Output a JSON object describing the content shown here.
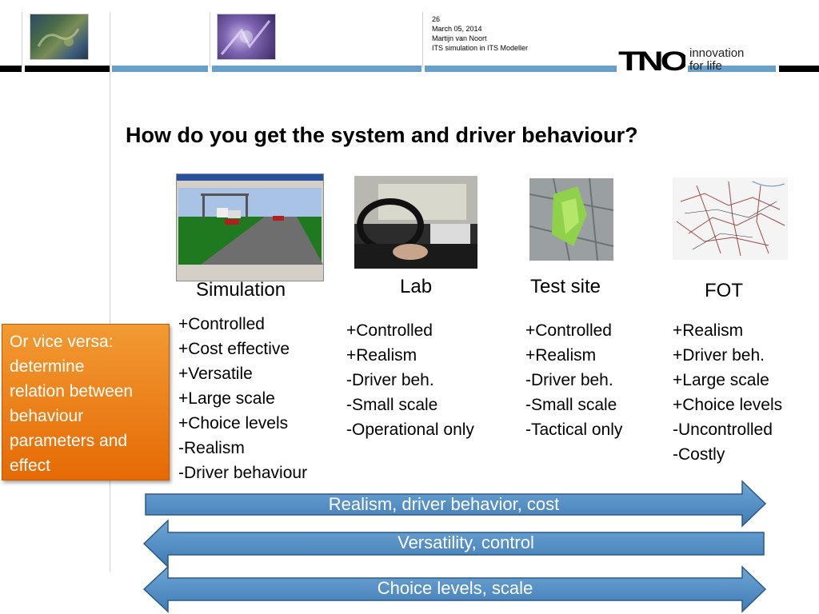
{
  "header": {
    "slide_number": "26",
    "date": "March 05, 2014",
    "author": "Martijn van Noort",
    "subtitle": "ITS simulation in ITS Modeller",
    "logo_text": "TNO",
    "tagline_line1": "innovation",
    "tagline_line2": "for life",
    "thumb1_icon": "satellite-map-thumbnail",
    "thumb2_icon": "abstract-image-thumbnail",
    "accent_color": "#6a9fc9"
  },
  "title": "How do you get the system and driver behaviour?",
  "columns": [
    {
      "label": "Simulation",
      "image": "simulation-screenshot",
      "items": [
        "+Controlled",
        "+Cost effective",
        "+Versatile",
        "+Large scale",
        "+Choice levels",
        "-Realism",
        "-Driver behaviour"
      ]
    },
    {
      "label": "Lab",
      "image": "driving-simulator-photo",
      "items": [
        "+Controlled",
        "+Realism",
        "-Driver beh.",
        "-Small scale",
        "-Operational only"
      ]
    },
    {
      "label": "Test site",
      "image": "test-site-aerial-photo",
      "items": [
        "+Controlled",
        "+Realism",
        "-Driver beh.",
        "-Small scale",
        "-Tactical  only"
      ]
    },
    {
      "label": "FOT",
      "image": "road-network-map",
      "items": [
        "+Realism",
        "+Driver beh.",
        "+Large scale",
        "+Choice levels",
        "-Uncontrolled",
        "-Costly"
      ]
    }
  ],
  "callout": {
    "lines": [
      "Or vice versa:",
      "determine",
      "relation between",
      "behaviour",
      "parameters and",
      "effect"
    ],
    "color": "#e56a05"
  },
  "arrows": [
    {
      "label": "Realism, driver behavior, cost",
      "direction": "right"
    },
    {
      "label": "Versatility, control",
      "direction": "left"
    },
    {
      "label": "Choice levels, scale",
      "direction": "both"
    }
  ]
}
